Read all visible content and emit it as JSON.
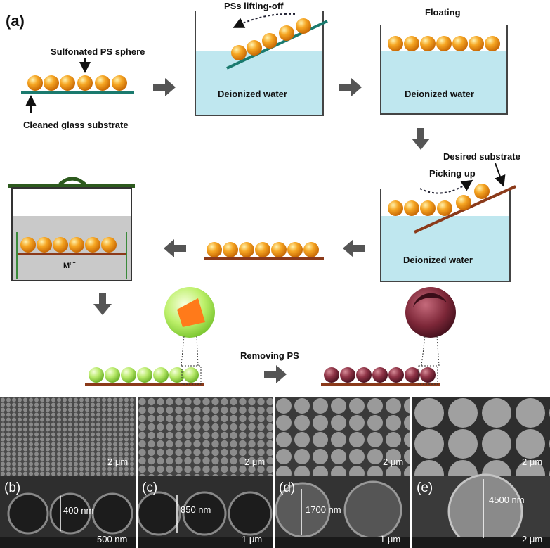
{
  "figure": {
    "panel_a_label": "(a)",
    "steps": {
      "sulfonated_ps": "Sulfonated PS sphere",
      "cleaned_glass": "Cleaned glass substrate",
      "lifting_off": "PSs lifting-off",
      "floating": "Floating",
      "deionized_1": "Deionized water",
      "deionized_2": "Deionized water",
      "deionized_3": "Deionized water",
      "desired_substrate": "Desired substrate",
      "picking_up": "Picking up",
      "metal_ion": "M",
      "metal_ion_sup": "n+",
      "removing_ps": "Removing PS"
    },
    "colors": {
      "water": "#bfe7ef",
      "sphere": "#f39a1f",
      "substrate_glass": "#1a7a6e",
      "substrate_desired": "#8b3a1a",
      "coated_sphere": "#b6e86a",
      "hollow_sphere": "#7a2b3a",
      "arrow": "#555555"
    }
  },
  "sem_panels": [
    {
      "label": "(b)",
      "top_scale": "2 μm",
      "cross_dim": "400 nm",
      "bottom_scale": "500 nm"
    },
    {
      "label": "(c)",
      "top_scale": "2 μm",
      "cross_dim": "850 nm",
      "bottom_scale": "1 μm"
    },
    {
      "label": "(d)",
      "top_scale": "2 μm",
      "cross_dim": "1700 nm",
      "bottom_scale": "1 μm"
    },
    {
      "label": "(e)",
      "top_scale": "2 μm",
      "cross_dim": "4500 nm",
      "bottom_scale": "2 μm"
    }
  ]
}
